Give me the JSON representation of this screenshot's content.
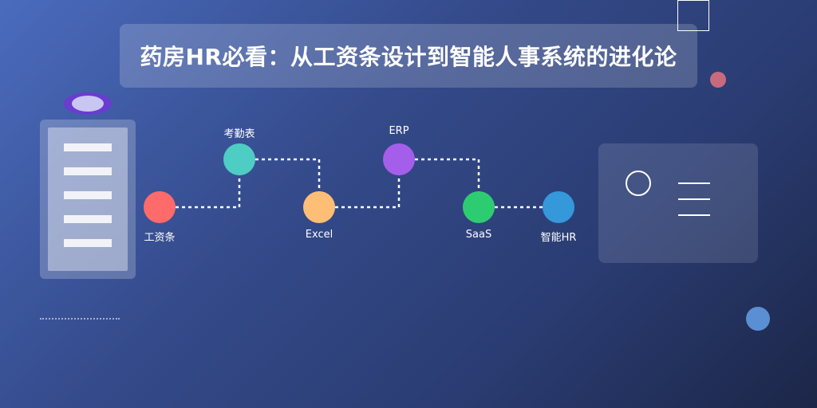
{
  "title": "药房HR必看：从工资条设计到智能人事系统的进化论",
  "timeline": {
    "nodes": [
      {
        "label": "工资条",
        "color": "#ff6b6b"
      },
      {
        "label": "考勤表",
        "color": "#4ecdc4"
      },
      {
        "label": "Excel",
        "color": "#ffbe76"
      },
      {
        "label": "ERP",
        "color": "#a55eea"
      },
      {
        "label": "SaaS",
        "color": "#2ecc71"
      },
      {
        "label": "智能HR",
        "color": "#3498db"
      }
    ]
  },
  "colors": {
    "accent_pink": "#c86a7e",
    "accent_blue": "#5b8fd4",
    "eye_purple": "#6a3cd0"
  },
  "icons": {
    "document": "document-icon",
    "eye": "eye-icon",
    "profile": "profile-icon"
  }
}
